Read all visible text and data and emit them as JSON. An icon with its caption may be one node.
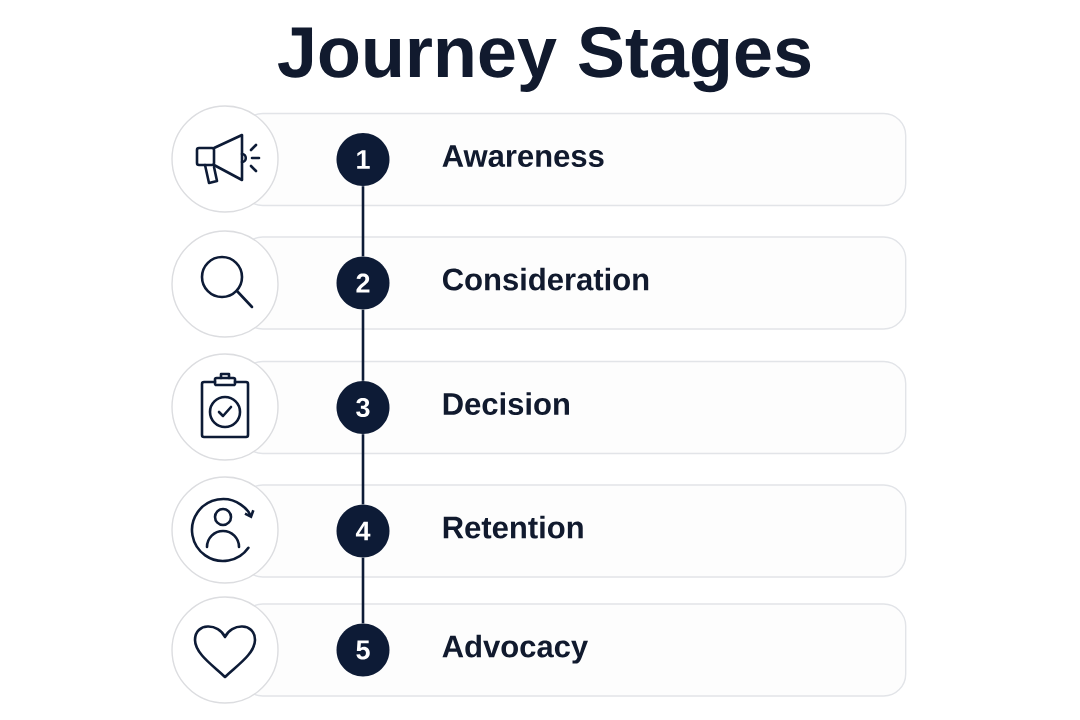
{
  "diagram": {
    "title": "Journey Stages",
    "nodes": [
      {
        "text": [
          "Awareness"
        ]
      },
      {
        "text": [
          "1"
        ],
        "in": 0
      },
      {
        "text": [
          "Consideration"
        ]
      },
      {
        "text": [
          "2"
        ],
        "in": 2
      },
      {
        "text": [
          "Decision"
        ]
      },
      {
        "text": [
          "3"
        ],
        "in": 4
      },
      {
        "text": [
          "Retention"
        ]
      },
      {
        "text": [
          "4"
        ],
        "in": 6
      },
      {
        "text": [
          "Advocacy"
        ]
      },
      {
        "text": [
          "5"
        ],
        "in": 8
      }
    ],
    "edges": [
      {
        "from": 1,
        "to": 3,
        "arrow": "none"
      },
      {
        "from": 3,
        "to": 5,
        "arrow": "none"
      },
      {
        "from": 5,
        "to": 7,
        "arrow": "none"
      },
      {
        "from": 7,
        "to": 9,
        "arrow": "none"
      }
    ]
  }
}
